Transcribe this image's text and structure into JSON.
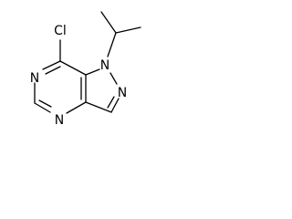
{
  "molecule": {
    "atoms": {
      "chlorine": "Cl",
      "n1": "N",
      "n2": "N",
      "n5": "N",
      "n7": "N"
    },
    "colors": {
      "ink": "#000000",
      "background": "#ffffff"
    }
  }
}
